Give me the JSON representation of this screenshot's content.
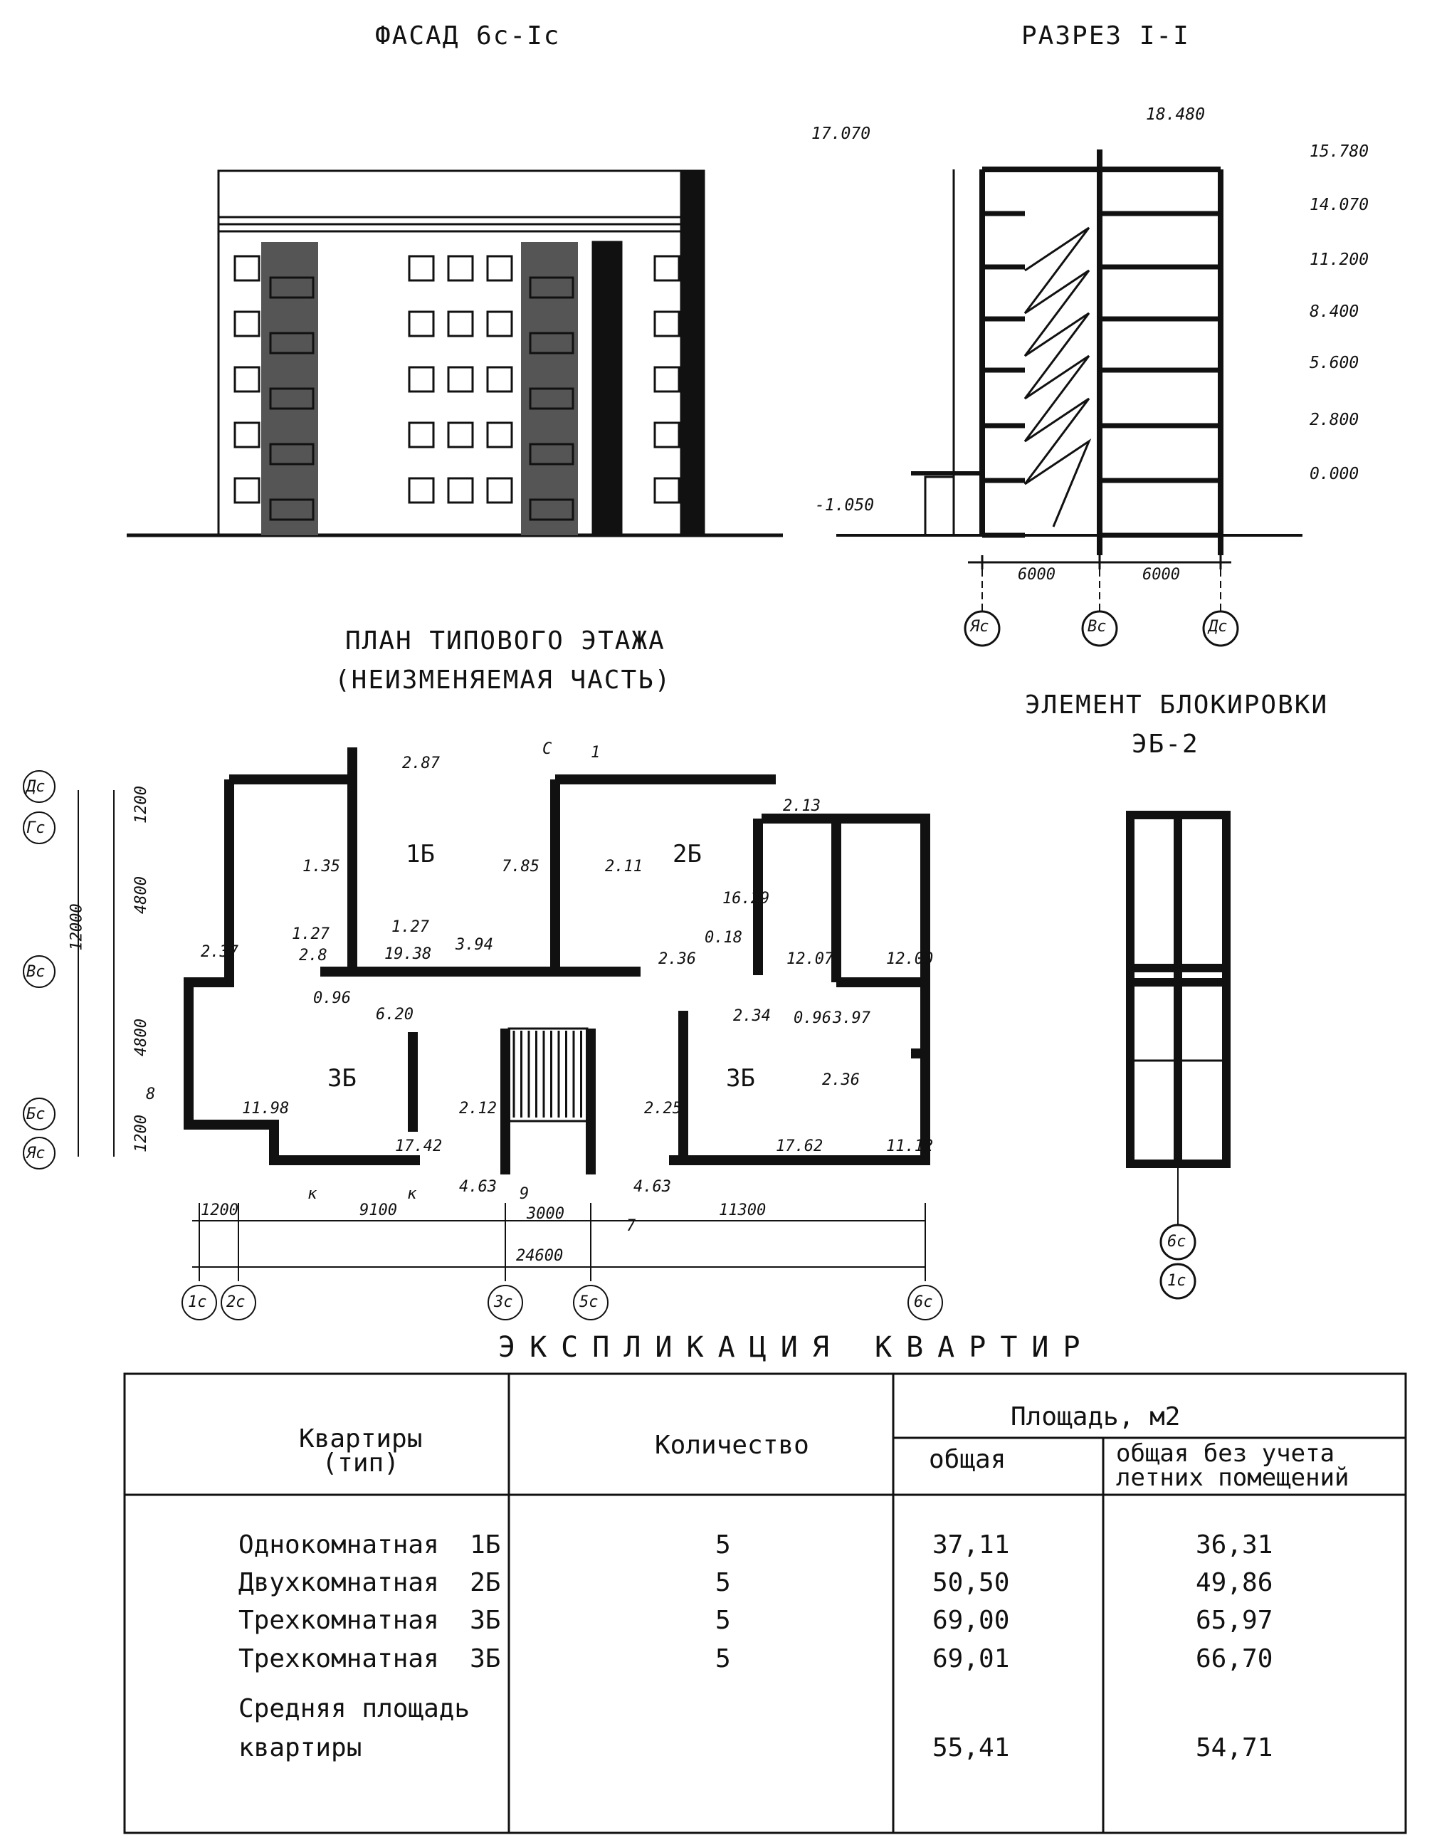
{
  "facade": {
    "title": "ФАСАД 6с-Iс"
  },
  "section": {
    "title": "РАЗРЕЗ I-I",
    "levels": [
      "17.070",
      "18.480",
      "15.780",
      "14.070",
      "11.200",
      "8.400",
      "5.600",
      "2.800",
      "0.000",
      "-1.050"
    ],
    "spans": [
      "6000",
      "6000"
    ],
    "axes": [
      "Яс",
      "Вс",
      "Дс"
    ]
  },
  "plan": {
    "title_line1": "ПЛАН ТИПОВОГО ЭТАЖА",
    "title_line2": "(НЕИЗМЕНЯЕМАЯ ЧАСТЬ)",
    "apartments": [
      "1Б",
      "2Б",
      "3Б",
      "3Б"
    ],
    "areas": [
      "2.87",
      "1.35",
      "7.85",
      "2.11",
      "2.13",
      "16.29",
      "1.27",
      "1.27",
      "2.8",
      "19.38",
      "3.94",
      "0.18",
      "2.37",
      "2.36",
      "12.07",
      "12.00",
      "0.96",
      "6.20",
      "2.34",
      "0.96",
      "3.97",
      "11.98",
      "2.12",
      "2.25",
      "2.36",
      "17.42",
      "4.63",
      "4.63",
      "17.62",
      "11.12"
    ],
    "marks": [
      "С",
      "1",
      "8",
      "к",
      "к",
      "9",
      "7"
    ],
    "left_dims": [
      "1200",
      "4800",
      "12000",
      "4800",
      "1200"
    ],
    "left_axes": [
      "Дс",
      "Гс",
      "Вс",
      "Бс",
      "Яс"
    ],
    "bottom_dims": [
      "1200",
      "9100",
      "3000",
      "11300",
      "24600"
    ],
    "bottom_axes": [
      "1с",
      "2с",
      "3с",
      "5с",
      "6с"
    ]
  },
  "block": {
    "title_line1": "ЭЛЕМЕНТ БЛОКИРОВКИ",
    "title_line2": "ЭБ-2",
    "axes": [
      "6с",
      "1с"
    ]
  },
  "explication": {
    "title": "ЭКСПЛИКАЦИЯ КВАРТИР",
    "headers": {
      "type": "Квартиры\n(тип)",
      "count": "Количество",
      "area": "Площадь, м2",
      "total": "общая",
      "total_wo": "общая без учета\nлетних помещений"
    },
    "rows": [
      {
        "name": "Однокомнатная  1Б",
        "count": "5",
        "total": "37,11",
        "total_wo": "36,31"
      },
      {
        "name": "Двухкомнатная  2Б",
        "count": "5",
        "total": "50,50",
        "total_wo": "49,86"
      },
      {
        "name": "Трехкомнатная  3Б",
        "count": "5",
        "total": "69,00",
        "total_wo": "65,97"
      },
      {
        "name": "Трехкомнатная  3Б",
        "count": "5",
        "total": "69,01",
        "total_wo": "66,70"
      }
    ],
    "average_line1": "Средняя площадь",
    "average_line2": "квартиры",
    "average_total": "55,41",
    "average_total_wo": "54,71"
  }
}
